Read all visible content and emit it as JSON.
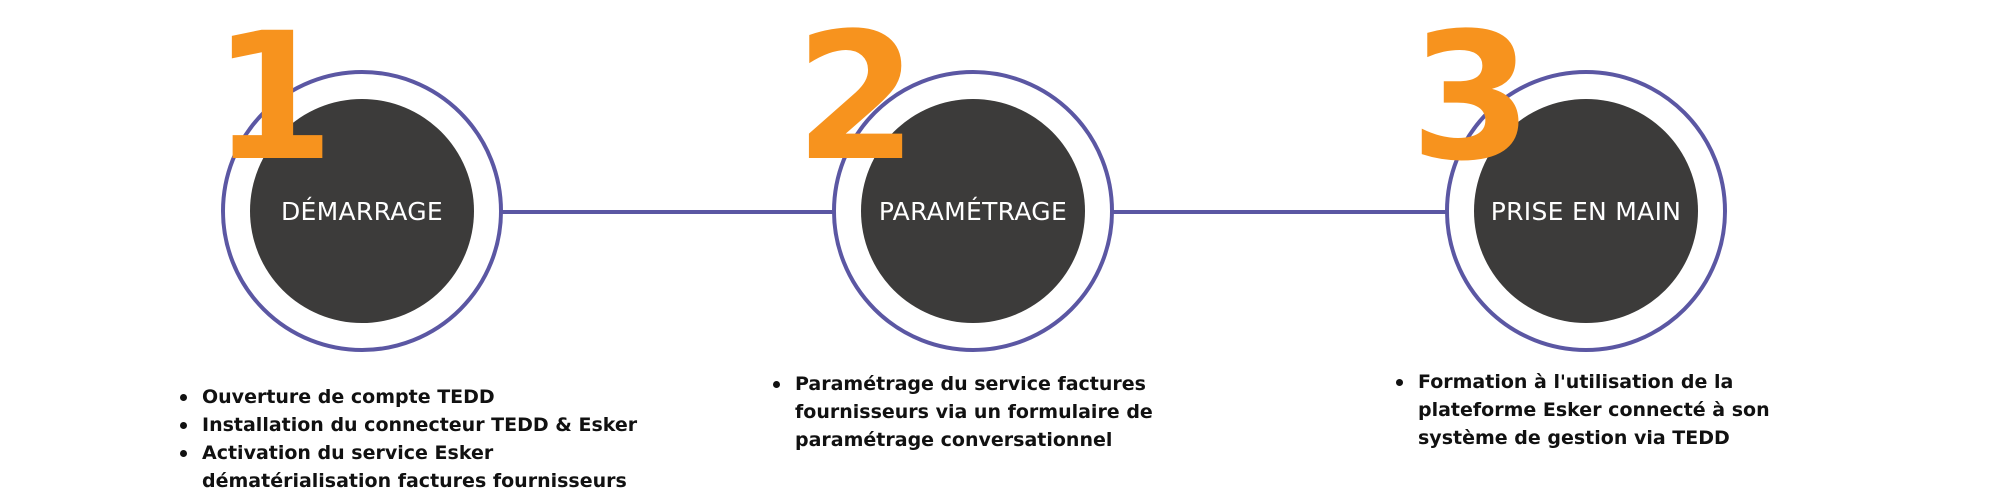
{
  "colors": {
    "accent_number": "#f7931e",
    "ring": "#5b57a3",
    "disk": "#3c3b3a",
    "connector": "#5b57a3",
    "text": "#111111"
  },
  "steps": [
    {
      "number": "1",
      "label": "DÉMARRAGE",
      "bullets": [
        "Ouverture de compte TEDD",
        "Installation du connecteur TEDD & Esker",
        "Activation du service Esker dématérialisation factures fournisseurs"
      ]
    },
    {
      "number": "2",
      "label": "PARAMÉTRAGE",
      "bullets": [
        "Paramétrage du service factures fournisseurs via un formulaire de paramétrage conversationnel"
      ]
    },
    {
      "number": "3",
      "label": "PRISE EN MAIN",
      "bullets": [
        "Formation à l'utilisation de la plateforme Esker  connecté à son système de gestion via TEDD"
      ]
    }
  ]
}
